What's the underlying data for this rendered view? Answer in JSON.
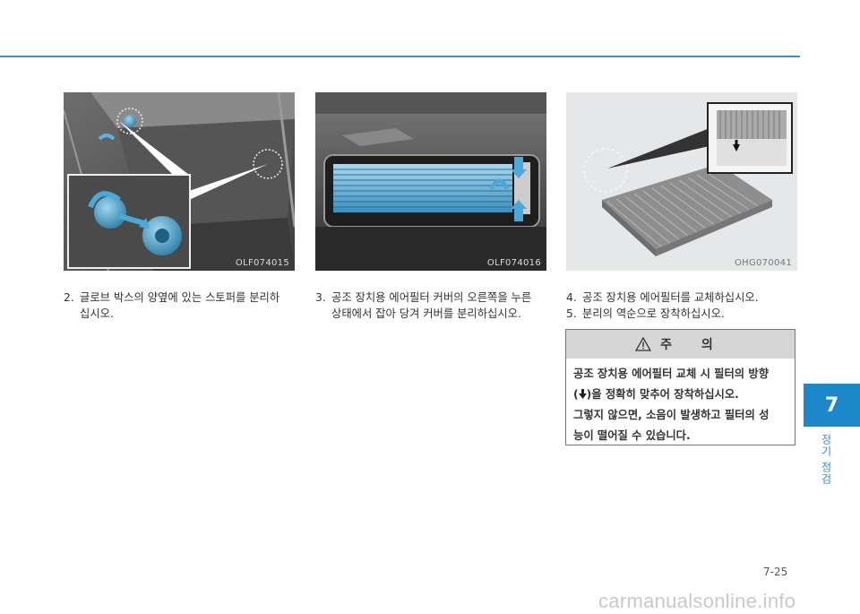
{
  "figures": [
    {
      "code": "OLF074015"
    },
    {
      "code": "OLF074016"
    },
    {
      "code": "OHG070041"
    }
  ],
  "steps": [
    {
      "num": "2.",
      "line1": "글로브 박스의 양옆에 있는 스토퍼를 분리하",
      "line2": "십시오."
    },
    {
      "num": "3.",
      "line1": "공조 장치용 에어필터 커버의 오른쪽을 누른",
      "line2": "상태에서 잡아 당겨 커버를 분리하십시오."
    },
    {
      "num": "4.",
      "line1": "공조 장치용 에어필터를 교체하십시오."
    },
    {
      "num": "5.",
      "line1": "분리의 역순으로 장착하십시오."
    }
  ],
  "caution": {
    "title": "주 의",
    "line1": "공조 장치용 에어필터 교체 시 필터의 방향",
    "line2_pre": "(",
    "line2_post": ")을 정확히 맞추어 장착하십시오.",
    "line3": "그렇지 않으면, 소음이 발생하고 필터의 성",
    "line4": "능이 떨어질 수 있습니다."
  },
  "chapter": {
    "number": "7",
    "label": "정기 점검"
  },
  "page_number": "7-25",
  "watermark": "carmanualsonline.info",
  "colors": {
    "accent": "#1c87c9",
    "rule": "#3a8fc4"
  }
}
